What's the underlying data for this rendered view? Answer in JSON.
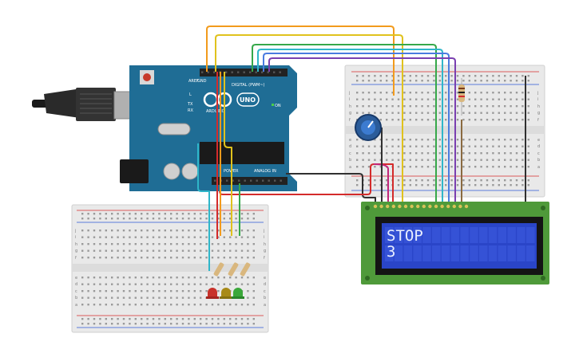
{
  "arduino": {
    "name_label": "ARDUINO",
    "model_label": "UNO",
    "digital_label": "DIGITAL (PWM~)",
    "power_label": "POWER",
    "analog_label": "ANALOG IN",
    "on_label": "ON",
    "tx_label": "TX",
    "rx_label": "RX",
    "l_label": "L",
    "aref_label": "AREF",
    "gnd_label": "GND"
  },
  "lcd": {
    "line1": "STOP",
    "line2": "3"
  },
  "breadboard_right": {
    "row_letters": [
      "a",
      "b",
      "c",
      "d",
      "e",
      "f",
      "g",
      "h",
      "i",
      "j"
    ]
  },
  "breadboard_bottom": {
    "row_letters": [
      "a",
      "b",
      "c",
      "d",
      "e",
      "f",
      "g",
      "h",
      "i",
      "j"
    ]
  },
  "colors": {
    "arduino_board": "#1f6d95",
    "lcd_pcb": "#4f9a3a",
    "lcd_screen": "#2a45c8",
    "breadboard": "#e9e9e9",
    "wire_orange": "#f29b1d",
    "wire_yellow": "#e0c21d",
    "wire_green": "#36a84a",
    "wire_teal": "#2fb6c9",
    "wire_blue": "#4a7be0",
    "wire_purple": "#7a3fb0",
    "wire_red": "#d42b2b",
    "wire_black": "#303030",
    "wire_magenta": "#c2267a",
    "led_red": "#c8322b",
    "led_yellow": "#a88a17",
    "led_green": "#3aa83a"
  },
  "icons": [
    "usb-connector-icon",
    "potentiometer-icon",
    "resistor-icon",
    "led-icon",
    "reset-button-icon"
  ]
}
